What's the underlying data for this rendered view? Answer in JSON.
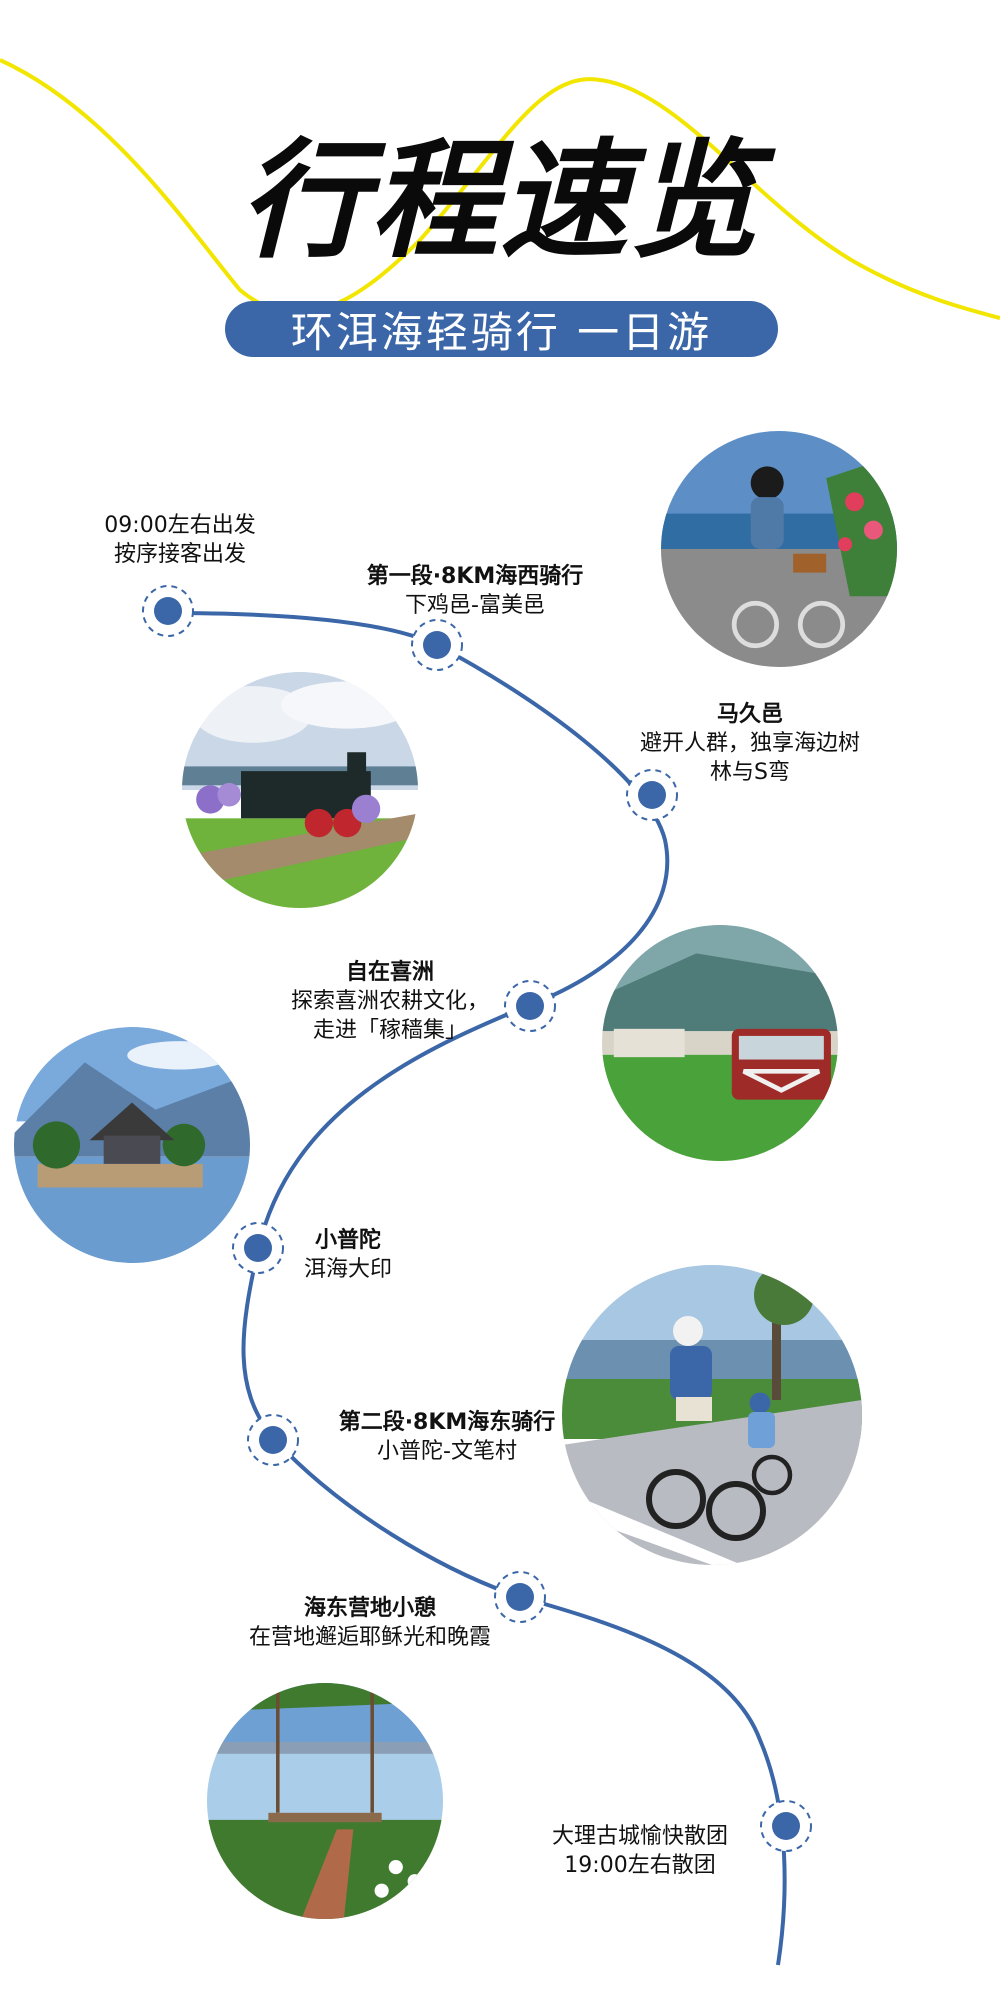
{
  "header": {
    "title": "行程速览",
    "subtitle": "环洱海轻骑行 一日游"
  },
  "colors": {
    "accent_blue": "#3b67a8",
    "title_black": "#0a0a0a",
    "yellow_line": "#f2e600"
  },
  "stops": [
    {
      "title": "",
      "lines": [
        "09:00左右出发",
        "按序接客出发"
      ]
    },
    {
      "title": "第一段·8KM海西骑行",
      "lines": [
        "下鸡邑-富美邑"
      ]
    },
    {
      "title": "马久邑",
      "lines": [
        "避开人群，独享海边树",
        "林与S弯"
      ]
    },
    {
      "title": "自在喜洲",
      "lines": [
        "探索喜洲农耕文化，",
        "走进「稼穑集」"
      ]
    },
    {
      "title": "小普陀",
      "lines": [
        "洱海大印"
      ]
    },
    {
      "title": "第二段·8KM海东骑行",
      "lines": [
        "小普陀-文笔村"
      ]
    },
    {
      "title": "海东营地小憩",
      "lines": [
        "在营地邂逅耶稣光和晚霞"
      ]
    },
    {
      "title": "",
      "lines": [
        "大理古城愉快散团",
        "19:00左右散团"
      ]
    }
  ],
  "photos": [
    {
      "name": "photo-cyclist-woman"
    },
    {
      "name": "photo-steam-train"
    },
    {
      "name": "photo-tram-car"
    },
    {
      "name": "photo-xiaoputuo-temple"
    },
    {
      "name": "photo-family-cycling"
    },
    {
      "name": "photo-swing-lake"
    }
  ]
}
